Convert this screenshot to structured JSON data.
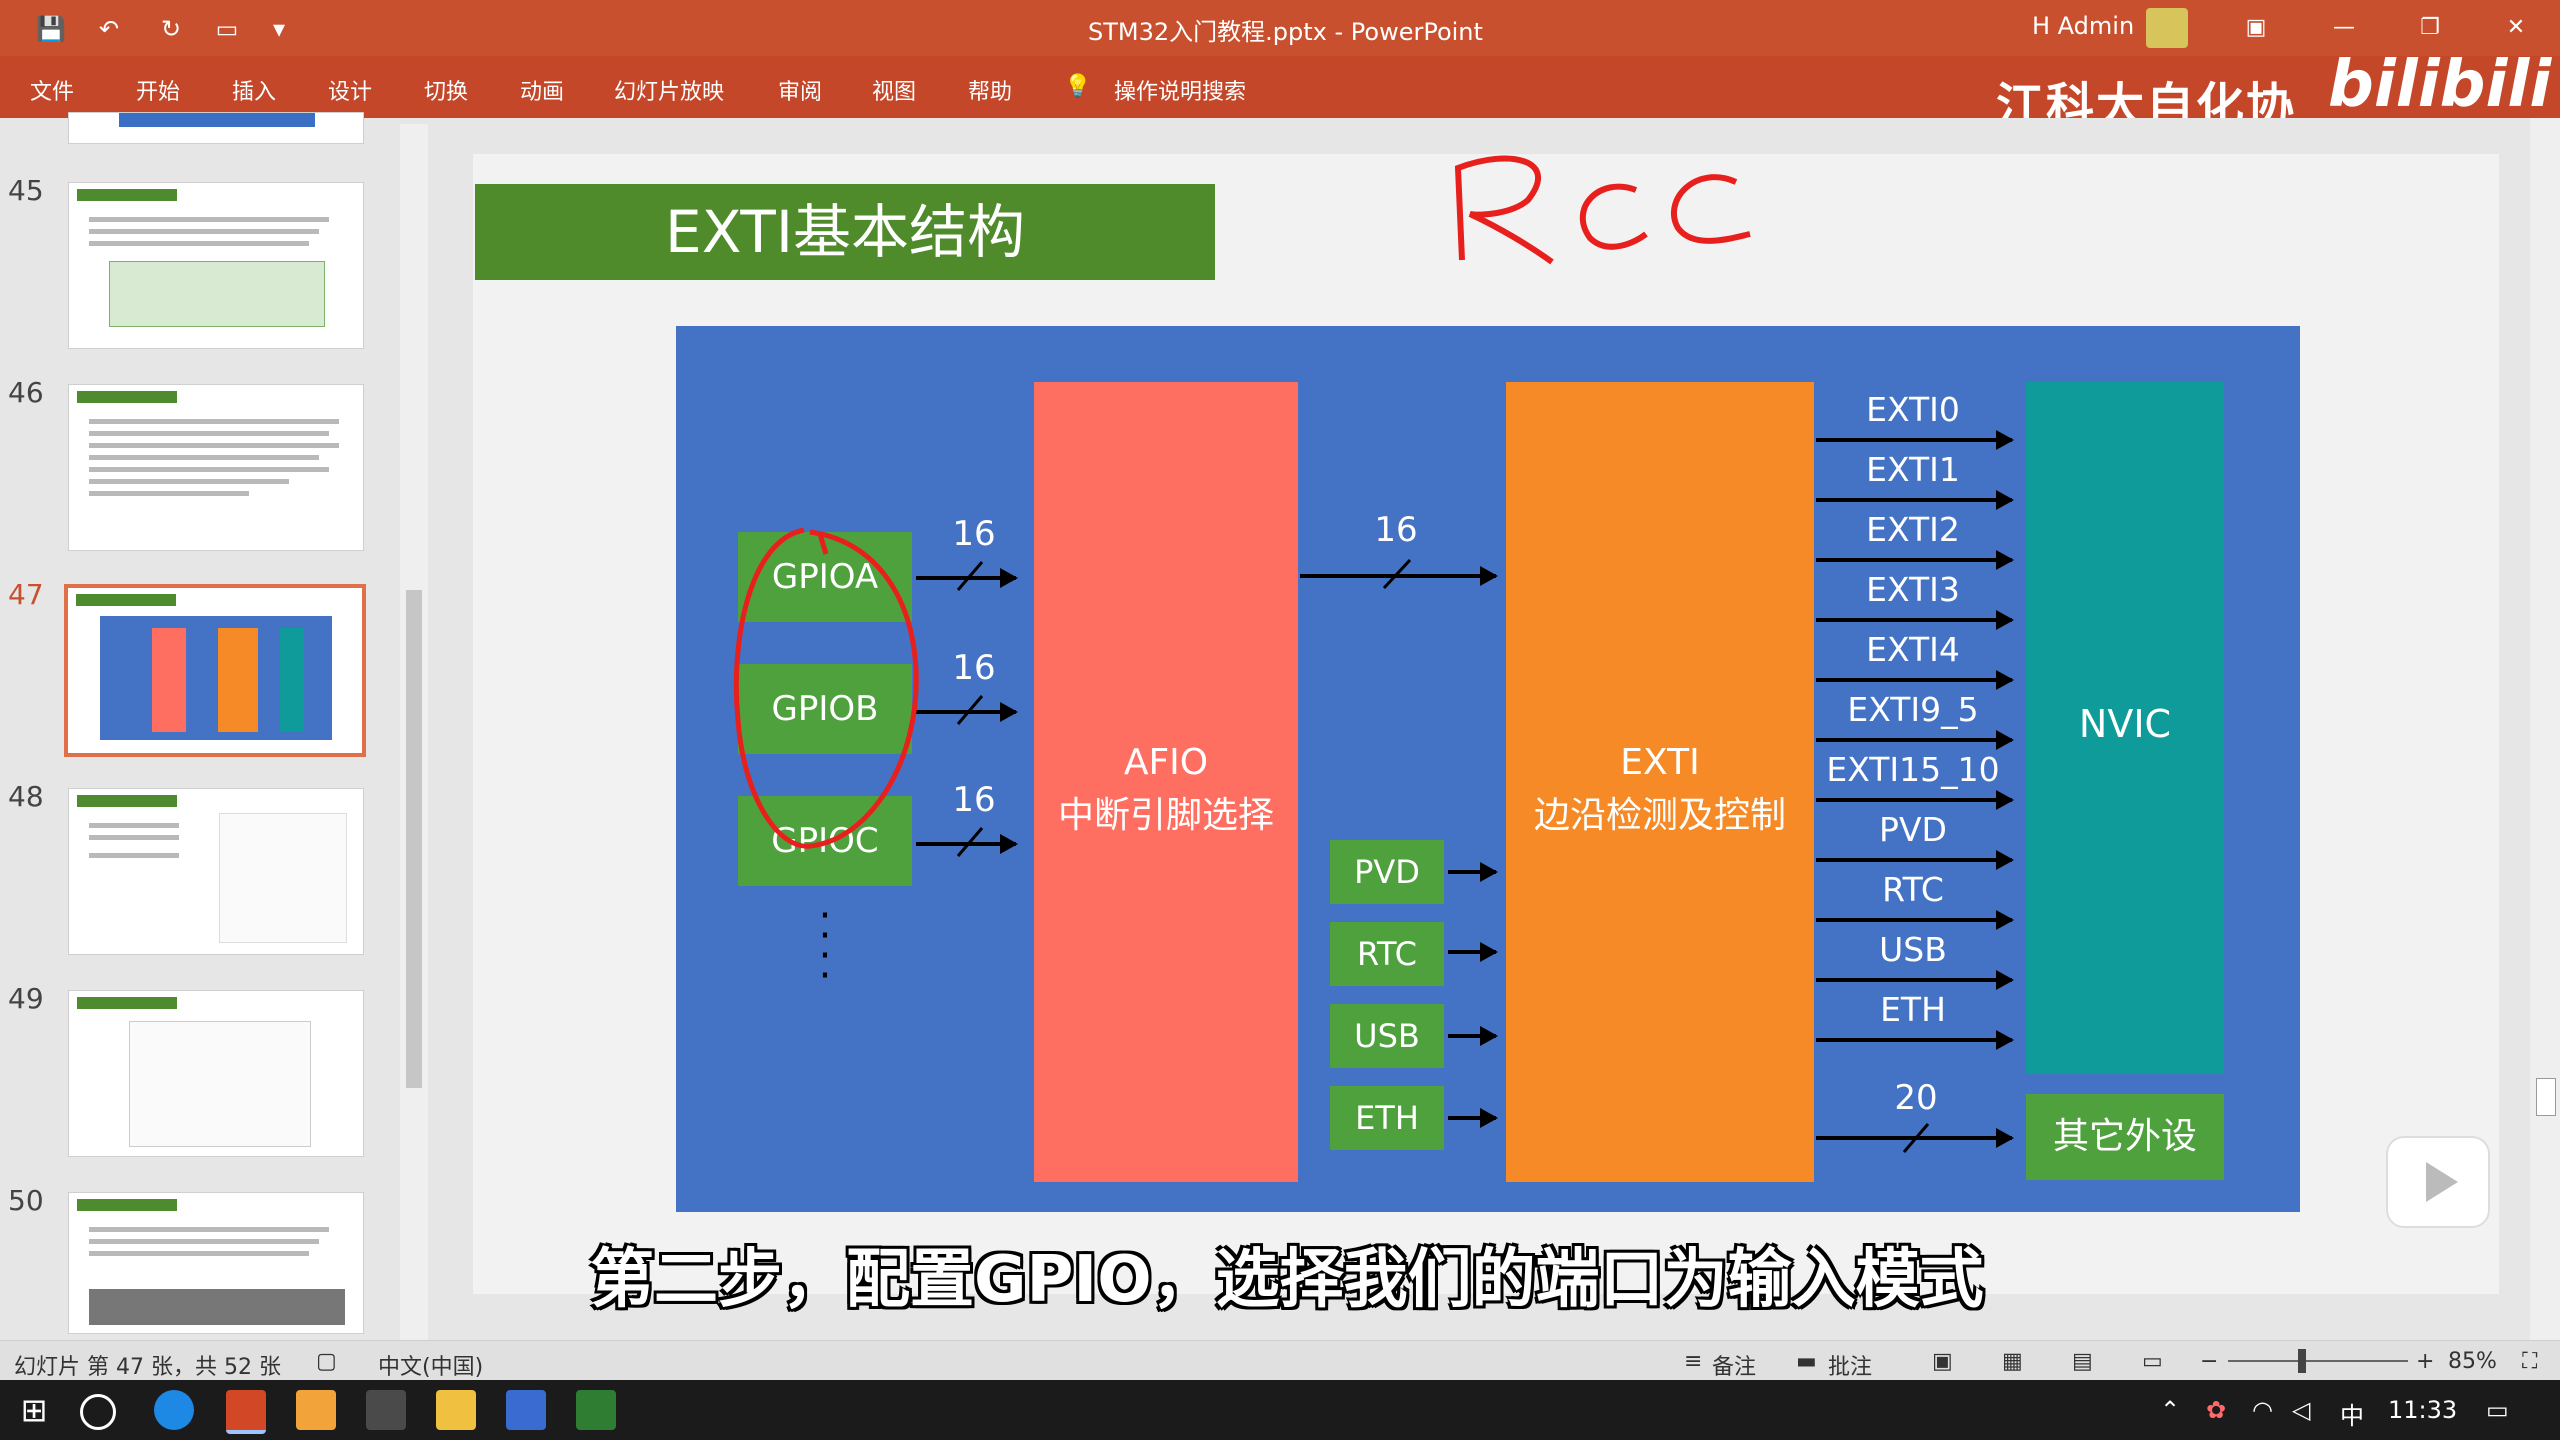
{
  "window": {
    "title": "STM32入门教程.pptx  -  PowerPoint",
    "user": "H Admin",
    "brand": "江科大自化协",
    "bilibili": "bilibili"
  },
  "ribbon": {
    "tabs": [
      "文件",
      "开始",
      "插入",
      "设计",
      "切换",
      "动画",
      "幻灯片放映",
      "审阅",
      "视图",
      "帮助"
    ],
    "search_label": "操作说明搜索"
  },
  "thumbnails": [
    {
      "num": "45"
    },
    {
      "num": "46"
    },
    {
      "num": "47"
    },
    {
      "num": "48"
    },
    {
      "num": "49"
    },
    {
      "num": "50"
    }
  ],
  "slide": {
    "title": "EXTI基本结构",
    "annotation": "RCC",
    "gpio": [
      "GPIOA",
      "GPIOB",
      "GPIOC"
    ],
    "gpio_bus": "16",
    "afio_title": "AFIO",
    "afio_sub": "中断引脚选择",
    "afio_bus": "16",
    "exti_title": "EXTI",
    "exti_sub": "边沿检测及控制",
    "periph_in": [
      "PVD",
      "RTC",
      "USB",
      "ETH"
    ],
    "exti_lines": [
      "EXTI0",
      "EXTI1",
      "EXTI2",
      "EXTI3",
      "EXTI4",
      "EXTI9_5",
      "EXTI15_10",
      "PVD",
      "RTC",
      "USB",
      "ETH"
    ],
    "nvic": "NVIC",
    "other_bus": "20",
    "other": "其它外设"
  },
  "subtitle": "第二步，配置GPIO，选择我们的端口为输入模式",
  "status": {
    "slide_info": "幻灯片 第 47 张，共 52 张",
    "language": "中文(中国)",
    "notes": "备注",
    "comments": "批注",
    "zoom": "85%"
  },
  "taskbar": {
    "time": "11:33",
    "ime": "中"
  }
}
